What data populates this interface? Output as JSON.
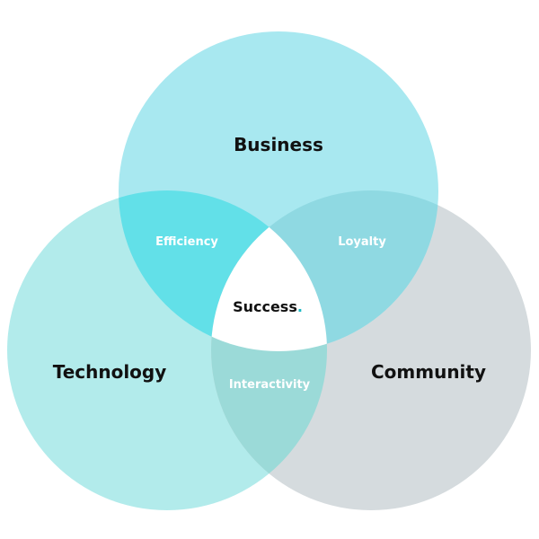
{
  "diagram": {
    "sets": {
      "business": "Business",
      "technology": "Technology",
      "community": "Community"
    },
    "overlaps": {
      "business_technology": "Efficiency",
      "business_community": "Loyalty",
      "technology_community": "Interactivity"
    },
    "center": {
      "label": "Success",
      "dot": "."
    },
    "colors": {
      "business": "#a8e8f0",
      "technology": "#b2ebeb",
      "community": "#d5dbde",
      "business_technology": "#62e0e8",
      "business_community": "#8fd9e2",
      "technology_community": "#9bdad8",
      "center": "#ffffff",
      "accent": "#1bb8c4"
    }
  }
}
